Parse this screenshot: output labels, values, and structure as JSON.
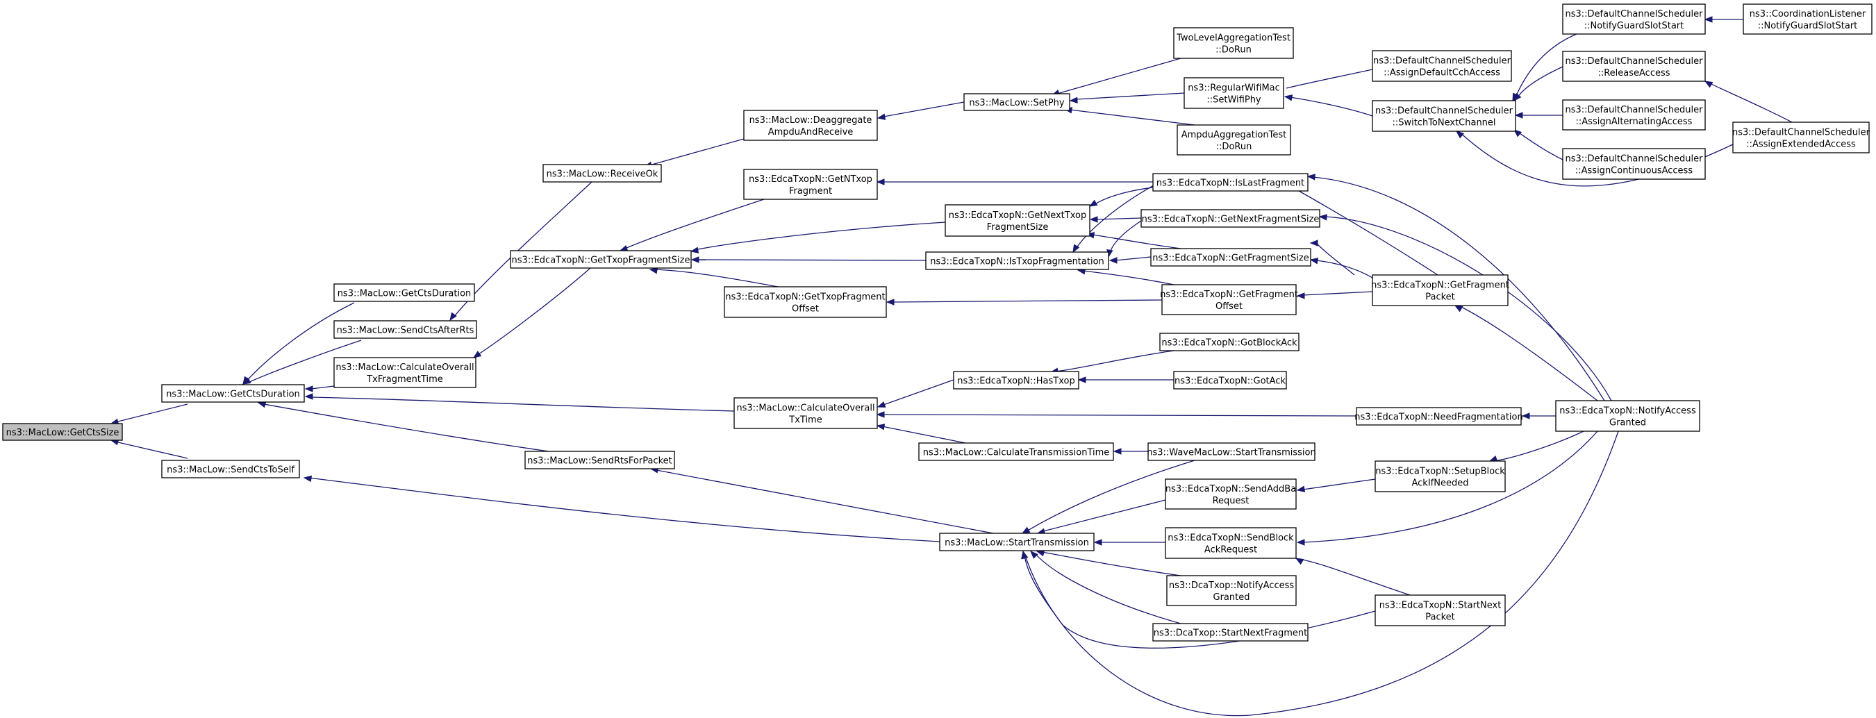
{
  "diagram": {
    "type": "doxygen-caller-graph",
    "colors": {
      "edge": "#191970",
      "node_border": "#000000",
      "node_fill": "#ffffff",
      "highlight_fill": "#bfbfbf",
      "text": "#000000"
    },
    "nodes": [
      {
        "id": "n_getctssize",
        "lines": [
          "ns3::MacLow::GetCtsSize"
        ],
        "highlighted": true
      },
      {
        "id": "n_getctsduration",
        "lines": [
          "ns3::MacLow::GetCtsDuration"
        ]
      },
      {
        "id": "n_sendctstoself",
        "lines": [
          "ns3::MacLow::SendCtsToSelf"
        ]
      },
      {
        "id": "n_getctsduration2",
        "lines": [
          "ns3::MacLow::GetCtsDuration"
        ]
      },
      {
        "id": "n_sendctsafterrts",
        "lines": [
          "ns3::MacLow::SendCtsAfterRts"
        ]
      },
      {
        "id": "n_calcoverallfrag",
        "lines": [
          "ns3::MacLow::CalculateOverall",
          "TxFragmentTime"
        ]
      },
      {
        "id": "n_receiveok",
        "lines": [
          "ns3::MacLow::ReceiveOk"
        ]
      },
      {
        "id": "n_gettxopfragsize",
        "lines": [
          "ns3::EdcaTxopN::GetTxopFragmentSize"
        ]
      },
      {
        "id": "n_deaggregate",
        "lines": [
          "ns3::MacLow::Deaggregate",
          "AmpduAndReceive"
        ]
      },
      {
        "id": "n_getntxopfrag",
        "lines": [
          "ns3::EdcaTxopN::GetNTxop",
          "Fragment"
        ]
      },
      {
        "id": "n_gettxopfragoffset",
        "lines": [
          "ns3::EdcaTxopN::GetTxopFragment",
          "Offset"
        ]
      },
      {
        "id": "n_calcoveralltx",
        "lines": [
          "ns3::MacLow::CalculateOverall",
          "TxTime"
        ]
      },
      {
        "id": "n_sendrtsforpacket",
        "lines": [
          "ns3::MacLow::SendRtsForPacket"
        ]
      },
      {
        "id": "n_setphy",
        "lines": [
          "ns3::MacLow::SetPhy"
        ]
      },
      {
        "id": "n_getnexttxopfragsize",
        "lines": [
          "ns3::EdcaTxopN::GetNextTxop",
          "FragmentSize"
        ]
      },
      {
        "id": "n_istxopfrag",
        "lines": [
          "ns3::EdcaTxopN::IsTxopFragmentation"
        ]
      },
      {
        "id": "n_hastxop",
        "lines": [
          "ns3::EdcaTxopN::HasTxop"
        ]
      },
      {
        "id": "n_calctxtime",
        "lines": [
          "ns3::MacLow::CalculateTransmissionTime"
        ]
      },
      {
        "id": "n_starttx",
        "lines": [
          "ns3::MacLow::StartTransmission"
        ]
      },
      {
        "id": "n_twolevel",
        "lines": [
          "TwoLevelAggregationTest",
          "::DoRun"
        ]
      },
      {
        "id": "n_regularsetphy",
        "lines": [
          "ns3::RegularWifiMac",
          "::SetWifiPhy"
        ]
      },
      {
        "id": "n_ampduaggtest",
        "lines": [
          "AmpduAggregationTest",
          "::DoRun"
        ]
      },
      {
        "id": "n_islastfrag",
        "lines": [
          "ns3::EdcaTxopN::IsLastFragment"
        ]
      },
      {
        "id": "n_getnextfragsize",
        "lines": [
          "ns3::EdcaTxopN::GetNextFragmentSize"
        ]
      },
      {
        "id": "n_getfragsize",
        "lines": [
          "ns3::EdcaTxopN::GetFragmentSize"
        ]
      },
      {
        "id": "n_getfragoffset",
        "lines": [
          "ns3::EdcaTxopN::GetFragment",
          "Offset"
        ]
      },
      {
        "id": "n_gotblockack",
        "lines": [
          "ns3::EdcaTxopN::GotBlockAck"
        ]
      },
      {
        "id": "n_gotack",
        "lines": [
          "ns3::EdcaTxopN::GotAck"
        ]
      },
      {
        "id": "n_wavestarttx",
        "lines": [
          "ns3::WaveMacLow::StartTransmission"
        ]
      },
      {
        "id": "n_sendaddba",
        "lines": [
          "ns3::EdcaTxopN::SendAddBa",
          "Request"
        ]
      },
      {
        "id": "n_sendblockackreq",
        "lines": [
          "ns3::EdcaTxopN::SendBlock",
          "AckRequest"
        ]
      },
      {
        "id": "n_dcanotify",
        "lines": [
          "ns3::DcaTxop::NotifyAccess",
          "Granted"
        ]
      },
      {
        "id": "n_dcastartnext",
        "lines": [
          "ns3::DcaTxop::StartNextFragment"
        ]
      },
      {
        "id": "n_assigndefaultcch",
        "lines": [
          "ns3::DefaultChannelScheduler",
          "::AssignDefaultCchAccess"
        ]
      },
      {
        "id": "n_switchtonext",
        "lines": [
          "ns3::DefaultChannelScheduler",
          "::SwitchToNextChannel"
        ]
      },
      {
        "id": "n_getfragpacket",
        "lines": [
          "ns3::EdcaTxopN::GetFragment",
          "Packet"
        ]
      },
      {
        "id": "n_needfrag",
        "lines": [
          "ns3::EdcaTxopN::NeedFragmentation"
        ]
      },
      {
        "id": "n_setupblockack",
        "lines": [
          "ns3::EdcaTxopN::SetupBlock",
          "AckIfNeeded"
        ]
      },
      {
        "id": "n_startnextpacket",
        "lines": [
          "ns3::EdcaTxopN::StartNext",
          "Packet"
        ]
      },
      {
        "id": "n_notifyguard",
        "lines": [
          "ns3::DefaultChannelScheduler",
          "::NotifyGuardSlotStart"
        ]
      },
      {
        "id": "n_releaseaccess",
        "lines": [
          "ns3::DefaultChannelScheduler",
          "::ReleaseAccess"
        ]
      },
      {
        "id": "n_assignalt",
        "lines": [
          "ns3::DefaultChannelScheduler",
          "::AssignAlternatingAccess"
        ]
      },
      {
        "id": "n_assigncont",
        "lines": [
          "ns3::DefaultChannelScheduler",
          "::AssignContinuousAccess"
        ]
      },
      {
        "id": "n_edcanotify",
        "lines": [
          "ns3::EdcaTxopN::NotifyAccess",
          "Granted"
        ]
      },
      {
        "id": "n_coordlistener",
        "lines": [
          "ns3::CoordinationListener",
          "::NotifyGuardSlotStart"
        ]
      },
      {
        "id": "n_assignext",
        "lines": [
          "ns3::DefaultChannelScheduler",
          "::AssignExtendedAccess"
        ]
      }
    ]
  }
}
